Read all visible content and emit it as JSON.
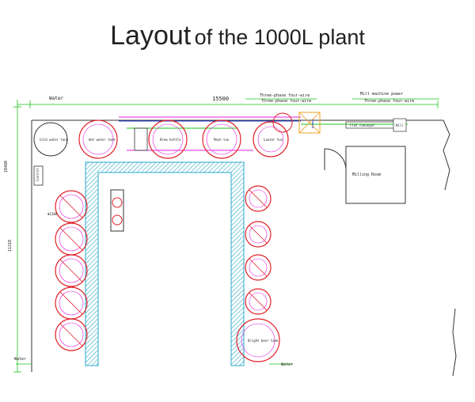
{
  "title": {
    "main": "Layout",
    "rest": "of the 1000L plant"
  },
  "labels": {
    "water_top": "Water",
    "dim_top": "15500",
    "power_left_1": "Three-phase four-wire",
    "power_left_2": "Three-phase four-wire",
    "mill_power": "Mill machine power",
    "mill_power_2": "Three-phase four-wire",
    "flat_conveyor": "Flat conveyor",
    "mill_box": "Mill",
    "milling_room": "Milling Room",
    "cold_water": "Cold water tank",
    "tank_a": "Hot water tank",
    "tank_b": "Brew kettle",
    "tank_c": "Mash tun",
    "tank_d": "Lauter tun",
    "tank_e": "Bright beer tank",
    "control": "Control",
    "dim_left": "10480",
    "dim_left2": "11210",
    "fv_dim": "Φ1200",
    "water_bl": "Water",
    "water_br": "Water"
  },
  "colors": {
    "cad_green": "#18c418",
    "tank_red": "#e0202a",
    "magenta": "#e020e0",
    "blue": "#2040e0",
    "wall_cyan": "#2aa8c8",
    "line_dark": "#333333"
  }
}
